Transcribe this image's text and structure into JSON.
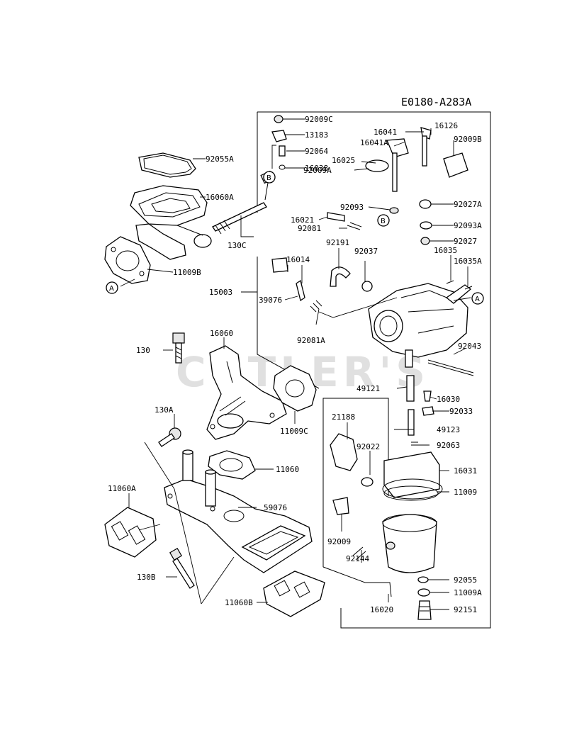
{
  "diagram_code": "E0180-A283A",
  "watermark": "CUTLER'S",
  "ref_markers": {
    "a": "A",
    "b": "B"
  },
  "part_labels": [
    {
      "id": "p92009C",
      "text": "92009C"
    },
    {
      "id": "p13183",
      "text": "13183"
    },
    {
      "id": "p92064",
      "text": "92064"
    },
    {
      "id": "p16038",
      "text": "16038"
    },
    {
      "id": "p92055A",
      "text": "92055A"
    },
    {
      "id": "p16060A",
      "text": "16060A"
    },
    {
      "id": "p130C",
      "text": "130C"
    },
    {
      "id": "p11009B",
      "text": "11009B"
    },
    {
      "id": "p15003",
      "text": "15003"
    },
    {
      "id": "p16041",
      "text": "16041"
    },
    {
      "id": "p16041A",
      "text": "16041A"
    },
    {
      "id": "p16126",
      "text": "16126"
    },
    {
      "id": "p92009B",
      "text": "92009B"
    },
    {
      "id": "p16025",
      "text": "16025"
    },
    {
      "id": "p92009A",
      "text": "92009A"
    },
    {
      "id": "p92093",
      "text": "92093"
    },
    {
      "id": "p92027A",
      "text": "92027A"
    },
    {
      "id": "p16021",
      "text": "16021"
    },
    {
      "id": "p92081",
      "text": "92081"
    },
    {
      "id": "p92093A",
      "text": "92093A"
    },
    {
      "id": "p92027",
      "text": "92027"
    },
    {
      "id": "p92191",
      "text": "92191"
    },
    {
      "id": "p92037",
      "text": "92037"
    },
    {
      "id": "p16035",
      "text": "16035"
    },
    {
      "id": "p16035A",
      "text": "16035A"
    },
    {
      "id": "p16014",
      "text": "16014"
    },
    {
      "id": "p39076",
      "text": "39076"
    },
    {
      "id": "p92081A",
      "text": "92081A"
    },
    {
      "id": "p130",
      "text": "130"
    },
    {
      "id": "p16060",
      "text": "16060"
    },
    {
      "id": "p92043",
      "text": "92043"
    },
    {
      "id": "p11009C",
      "text": "11009C"
    },
    {
      "id": "p49121",
      "text": "49121"
    },
    {
      "id": "p16030",
      "text": "16030"
    },
    {
      "id": "p92033",
      "text": "92033"
    },
    {
      "id": "p130A",
      "text": "130A"
    },
    {
      "id": "p21188",
      "text": "21188"
    },
    {
      "id": "p49123",
      "text": "49123"
    },
    {
      "id": "p92022",
      "text": "92022"
    },
    {
      "id": "p92063",
      "text": "92063"
    },
    {
      "id": "p11060",
      "text": "11060"
    },
    {
      "id": "p16031",
      "text": "16031"
    },
    {
      "id": "p11060A",
      "text": "11060A"
    },
    {
      "id": "p11009",
      "text": "11009"
    },
    {
      "id": "p59076",
      "text": "59076"
    },
    {
      "id": "p92009",
      "text": "92009"
    },
    {
      "id": "p92144",
      "text": "92144"
    },
    {
      "id": "p130B",
      "text": "130B"
    },
    {
      "id": "p92055",
      "text": "92055"
    },
    {
      "id": "p11009A",
      "text": "11009A"
    },
    {
      "id": "p11060B",
      "text": "11060B"
    },
    {
      "id": "p16020",
      "text": "16020"
    },
    {
      "id": "p92151",
      "text": "92151"
    }
  ]
}
